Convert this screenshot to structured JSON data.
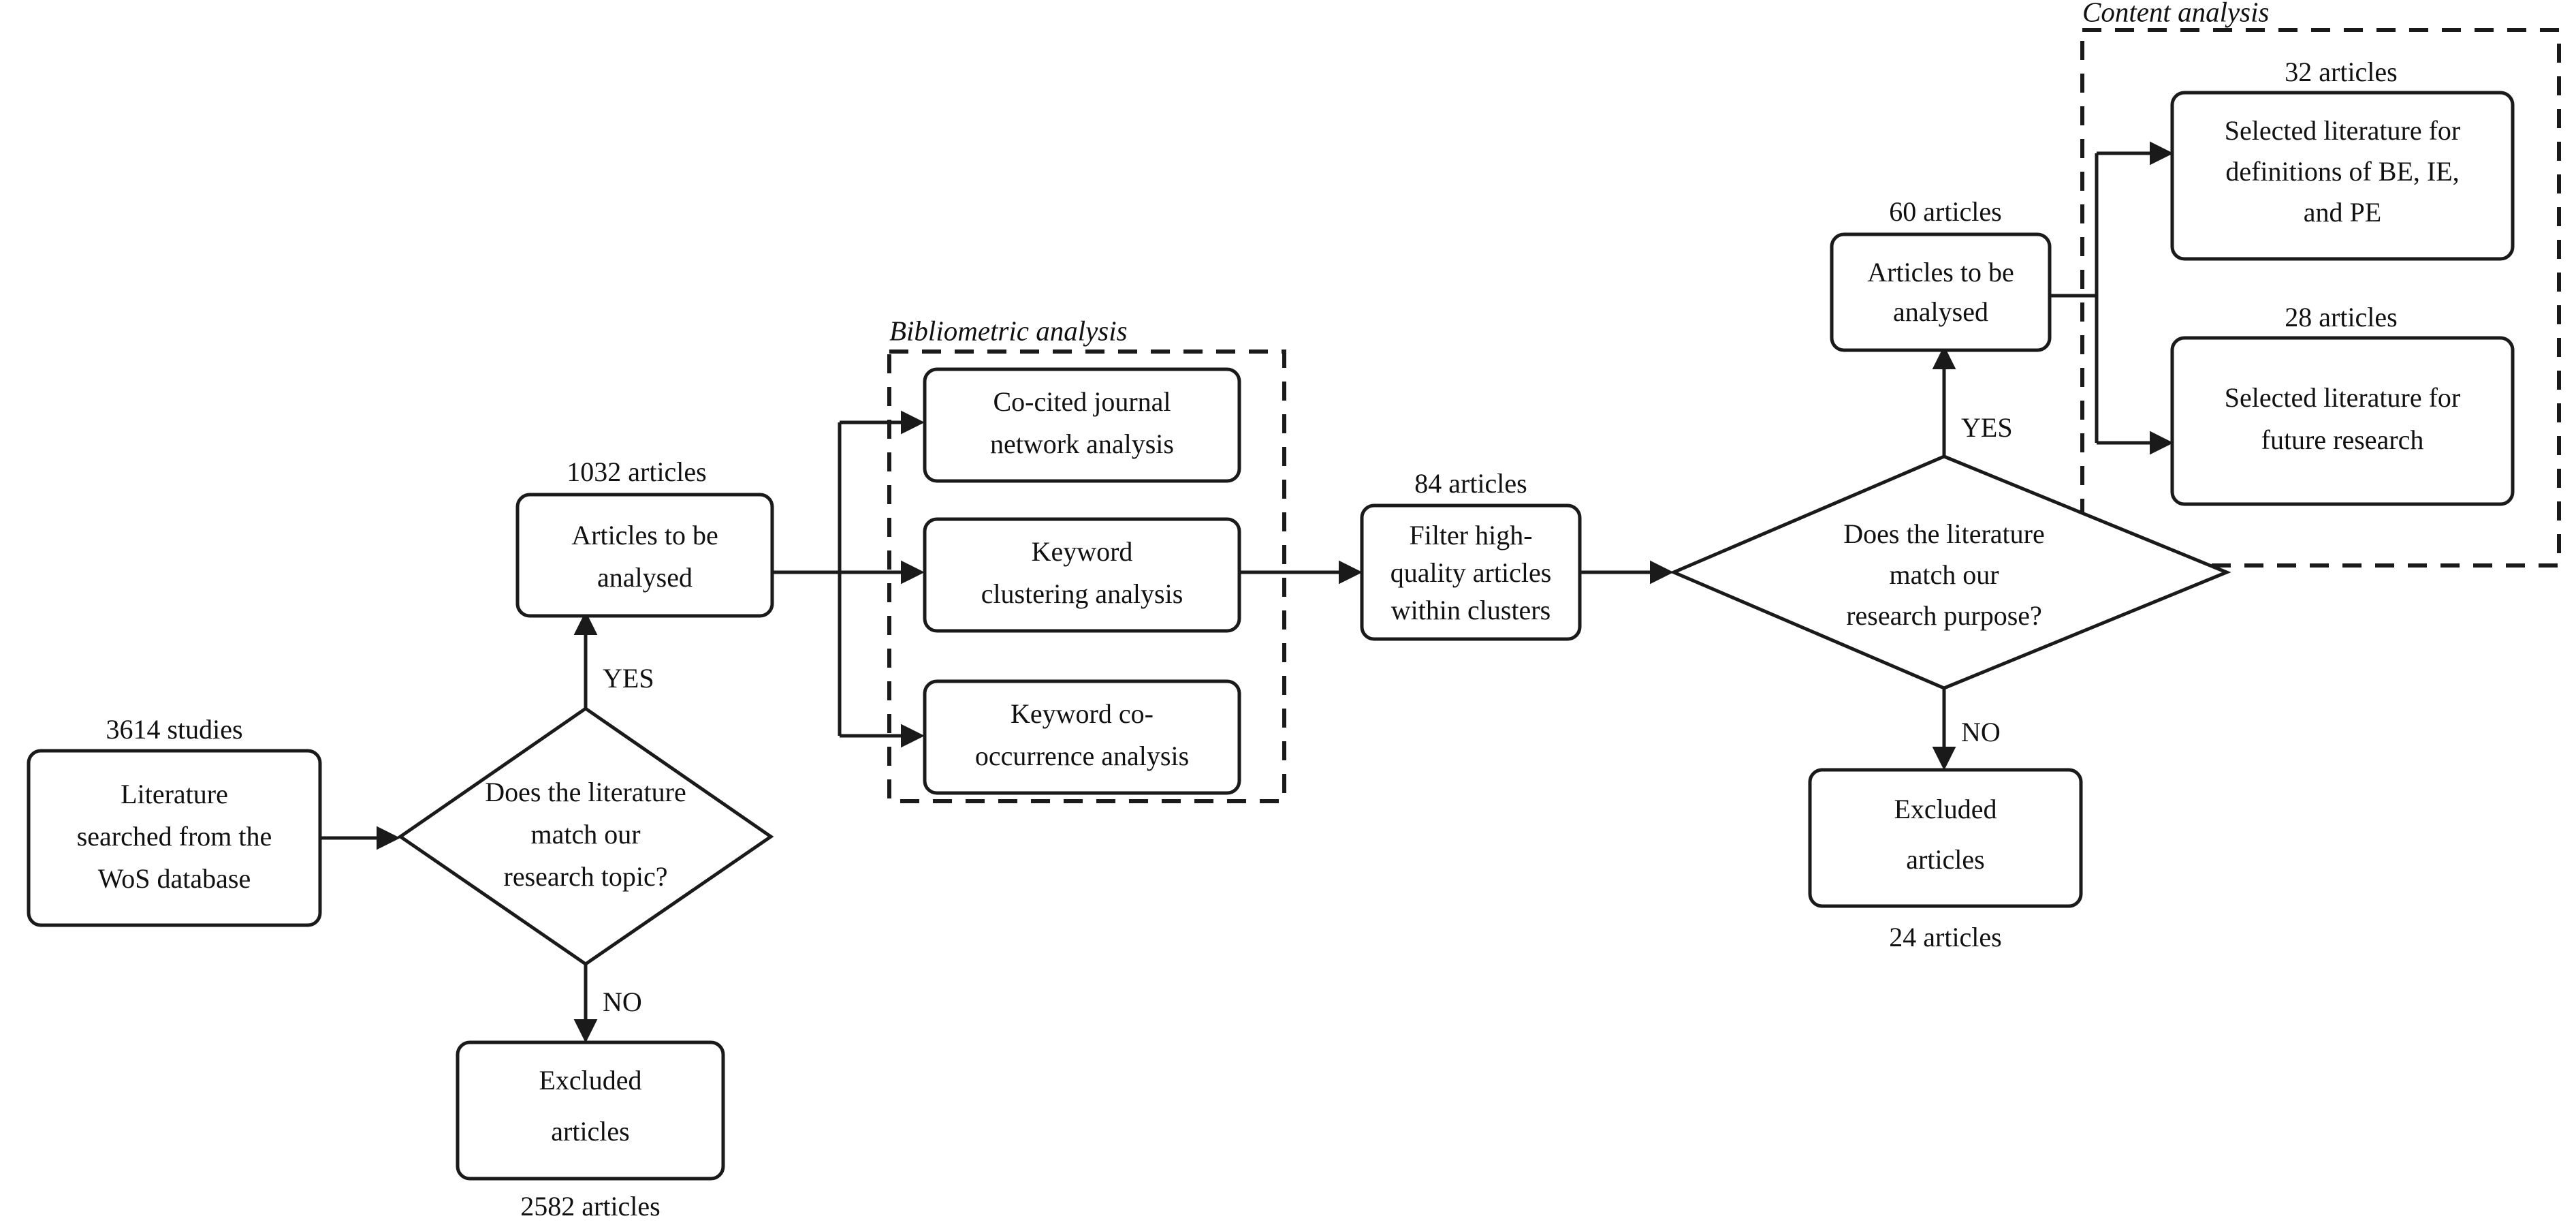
{
  "figure": {
    "type": "flowchart",
    "title": "Literature review selection process flowchart",
    "colors": {
      "stroke": "#1a1a1a",
      "fill": "#ffffff",
      "text": "#111111"
    }
  },
  "groups": [
    {
      "id": "bibliometric",
      "label": "Bibliometric analysis"
    },
    {
      "id": "content",
      "label": "Content analysis"
    }
  ],
  "nodes": {
    "literature_source": {
      "caption": "3614 studies",
      "line1": "Literature",
      "line2": "searched from the",
      "line3": "WoS database"
    },
    "decision_topic": {
      "line1": "Does the literature",
      "line2": "match our",
      "line3": "research topic?"
    },
    "excluded_topic": {
      "line1": "Excluded",
      "line2": "articles",
      "caption_below": "2582 articles"
    },
    "articles_1032": {
      "caption": "1032 articles",
      "line1": "Articles to be",
      "line2": "analysed"
    },
    "cocited_journal": {
      "line1": "Co-cited journal",
      "line2": "network analysis"
    },
    "keyword_clustering": {
      "line1": "Keyword",
      "line2": "clustering analysis"
    },
    "keyword_cooccurrence": {
      "line1": "Keyword co-",
      "line2": "occurrence analysis"
    },
    "filter_quality": {
      "caption": "84 articles",
      "line1": "Filter high-",
      "line2": "quality articles",
      "line3": "within clusters"
    },
    "decision_purpose": {
      "line1": "Does the literature",
      "line2": "match our",
      "line3": "research purpose?"
    },
    "excluded_purpose": {
      "line1": "Excluded",
      "line2": "articles",
      "caption_below": "24 articles"
    },
    "articles_60": {
      "caption": "60 articles",
      "line1": "Articles to be",
      "line2": "analysed"
    },
    "selected_definitions": {
      "caption": "32 articles",
      "line1": "Selected literature for",
      "line2": "definitions of BE, IE,",
      "line3": "and PE"
    },
    "selected_future": {
      "caption": "28 articles",
      "line1": "Selected literature for",
      "line2": "future research"
    }
  },
  "edge_labels": {
    "topic_yes": "YES",
    "topic_no": "NO",
    "purpose_yes": "YES",
    "purpose_no": "NO"
  }
}
